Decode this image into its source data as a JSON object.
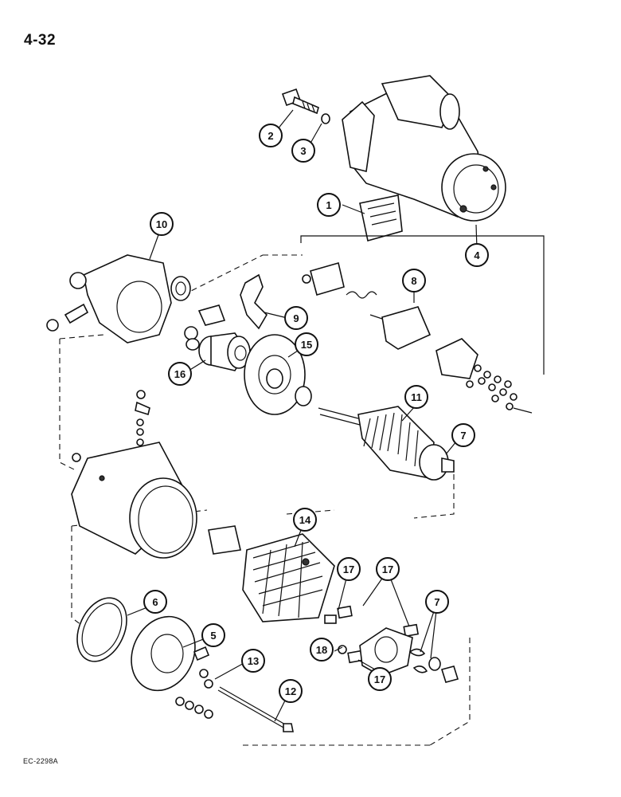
{
  "page": {
    "number": "4-32",
    "figure_code": "EC-2298A"
  },
  "callouts": [
    {
      "id": "c1",
      "label": "1"
    },
    {
      "id": "c2",
      "label": "2"
    },
    {
      "id": "c3",
      "label": "3"
    },
    {
      "id": "c4",
      "label": "4"
    },
    {
      "id": "c5",
      "label": "5"
    },
    {
      "id": "c6",
      "label": "6"
    },
    {
      "id": "c7a",
      "label": "7"
    },
    {
      "id": "c7b",
      "label": "7"
    },
    {
      "id": "c8",
      "label": "8"
    },
    {
      "id": "c9",
      "label": "9"
    },
    {
      "id": "c10",
      "label": "10"
    },
    {
      "id": "c11",
      "label": "11"
    },
    {
      "id": "c12",
      "label": "12"
    },
    {
      "id": "c13",
      "label": "13"
    },
    {
      "id": "c14",
      "label": "14"
    },
    {
      "id": "c15",
      "label": "15"
    },
    {
      "id": "c16",
      "label": "16"
    },
    {
      "id": "c17a",
      "label": "17"
    },
    {
      "id": "c17b",
      "label": "17"
    },
    {
      "id": "c17c",
      "label": "17"
    },
    {
      "id": "c18",
      "label": "18"
    }
  ]
}
